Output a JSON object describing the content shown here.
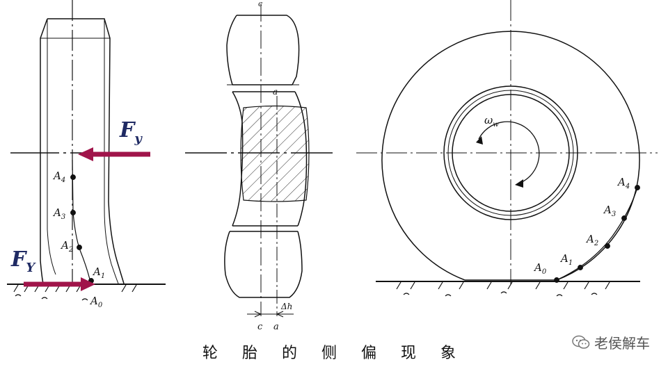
{
  "caption": "轮 胎 的 侧 偏 现 象",
  "watermark": "老侯解车",
  "colors": {
    "force_arrow": "#a0144a",
    "force_text": "#1f2a63",
    "line": "#111111"
  },
  "left_view": {
    "force_top": {
      "main": "F",
      "sub": "y"
    },
    "force_bottom": {
      "main": "F",
      "sub": "Y"
    },
    "points": [
      {
        "main": "A",
        "sub": "4"
      },
      {
        "main": "A",
        "sub": "3"
      },
      {
        "main": "A",
        "sub": "2"
      },
      {
        "main": "A",
        "sub": "1"
      },
      {
        "main": "A",
        "sub": "0"
      }
    ]
  },
  "middle_view": {
    "top_label": "c",
    "center_label": "a",
    "bottom_c": "c",
    "bottom_a": "a",
    "delta": "Δh"
  },
  "right_view": {
    "omega": {
      "main": "ω",
      "sub": "w"
    },
    "points": [
      {
        "main": "A",
        "sub": "4"
      },
      {
        "main": "A",
        "sub": "3"
      },
      {
        "main": "A",
        "sub": "2"
      },
      {
        "main": "A",
        "sub": "1"
      },
      {
        "main": "A",
        "sub": "0"
      }
    ]
  }
}
